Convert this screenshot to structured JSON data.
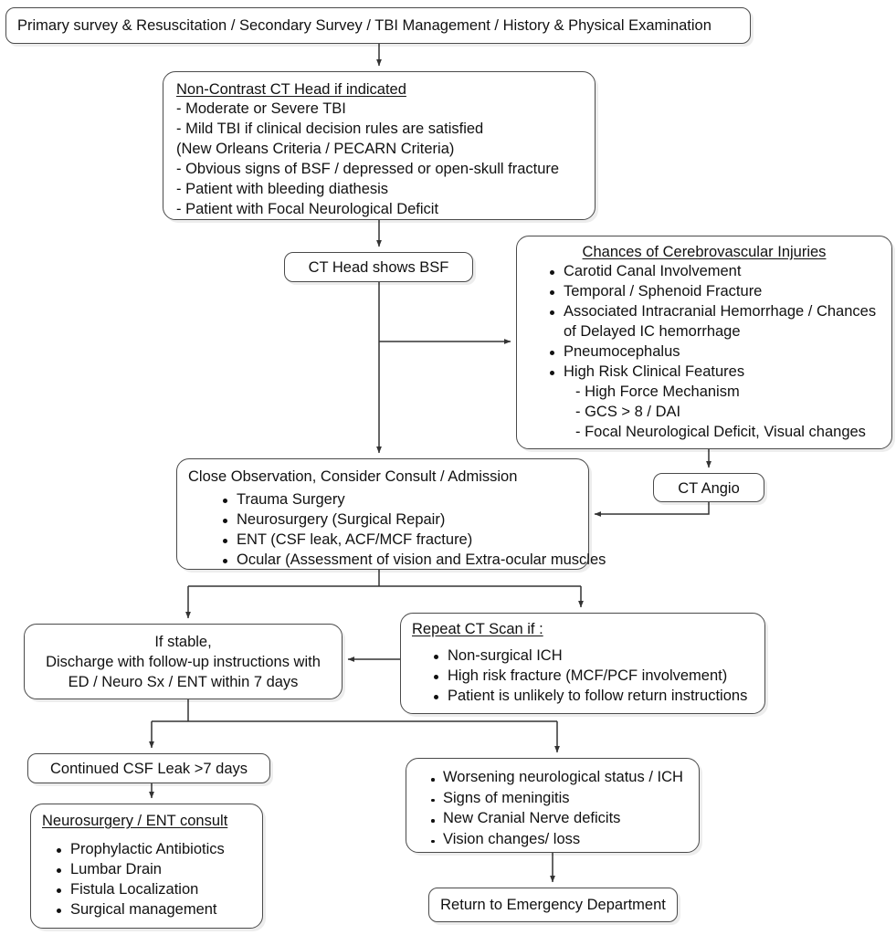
{
  "diagram": {
    "title": "Basilar Skull Fracture (BSF) / TBI Management Flowchart",
    "line_color": "#333333",
    "box_border_color": "#4a4a4a",
    "background": "#ffffff"
  },
  "nodes": {
    "primary": {
      "text": "Primary survey & Resuscitation / Secondary Survey / TBI Management / History & Physical Examination"
    },
    "ct_indicated": {
      "title": "Non-Contrast CT Head if indicated",
      "items": [
        "- Moderate or Severe TBI",
        "- Mild TBI if clinical decision rules are satisfied",
        "  (New Orleans Criteria / PECARN Criteria)",
        "- Obvious signs of BSF / depressed or open-skull fracture",
        "- Patient with bleeding diathesis",
        "- Patient with Focal Neurological Deficit"
      ]
    },
    "ct_head_bsf": {
      "text": "CT Head shows BSF"
    },
    "cerebrovascular": {
      "title": "Chances of Cerebrovascular Injuries",
      "items": [
        "Carotid Canal Involvement",
        "Temporal / Sphenoid Fracture",
        "Associated Intracranial Hemorrhage / Chances",
        "of Delayed IC hemorrhage",
        "Pneumocephalus",
        "High Risk Clinical Features",
        "- High Force Mechanism",
        "- GCS > 8 / DAI",
        "- Focal Neurological Deficit, Visual changes"
      ]
    },
    "close_observation": {
      "title": "Close Observation, Consider Consult / Admission",
      "items": [
        "Trauma Surgery",
        "Neurosurgery (Surgical Repair)",
        "ENT (CSF leak, ACF/MCF fracture)",
        "Ocular (Assessment of vision and Extra-ocular muscles"
      ]
    },
    "ct_angio": {
      "text": "CT Angio"
    },
    "discharge": {
      "lines": [
        "If stable,",
        "Discharge with follow-up instructions with",
        "ED / Neuro Sx / ENT within 7 days"
      ]
    },
    "repeat_ct": {
      "title": "Repeat CT Scan if :",
      "items": [
        "Non-surgical ICH",
        "High risk fracture (MCF/PCF involvement)",
        "Patient is unlikely to follow return instructions"
      ]
    },
    "csf_leak": {
      "text": "Continued CSF Leak >7 days"
    },
    "neuro_ent_consult": {
      "title": "Neurosurgery / ENT consult",
      "items": [
        "Prophylactic Antibiotics",
        "Lumbar Drain",
        "Fistula Localization",
        "Surgical management"
      ]
    },
    "worsening": {
      "items": [
        "Worsening neurological status / ICH",
        "Signs of meningitis",
        "New Cranial Nerve deficits",
        "Vision changes/ loss"
      ]
    },
    "return_ed": {
      "text": "Return to Emergency Department"
    }
  }
}
